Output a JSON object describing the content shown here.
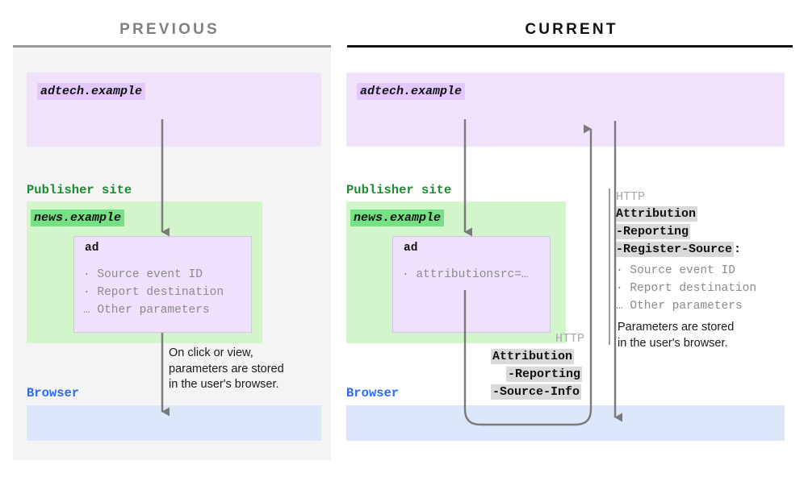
{
  "panels": {
    "previous": {
      "title": "PREVIOUS",
      "adtech_origin": "adtech.example",
      "publisher_label": "Publisher site",
      "publisher_origin": "news.example",
      "ad_title": "ad",
      "ad_params": "· Source event ID\n· Report destination\n… Other parameters",
      "note": "On click or view,\nparameters are stored\nin the user's browser.",
      "browser_label": "Browser"
    },
    "current": {
      "title": "CURRENT",
      "adtech_origin": "adtech.example",
      "publisher_label": "Publisher site",
      "publisher_origin": "news.example",
      "ad_title": "ad",
      "ad_params": "· attributionsrc=…",
      "browser_label": "Browser",
      "request_header": {
        "protocol": "HTTP",
        "line1": "Attribution",
        "line2": "-Reporting",
        "line3": "-Source-Info"
      },
      "response_header": {
        "protocol": "HTTP",
        "line1": "Attribution",
        "line2": "-Reporting",
        "line3": "-Register-Source",
        "colon": ":",
        "params": "· Source event ID\n· Report destination\n… Other parameters"
      },
      "note": "Parameters are stored\nin the user's browser."
    }
  },
  "colors": {
    "adtech_block": "#f0e2fb",
    "adtech_chip": "#e3c8fb",
    "publisher_block": "#d2f5cc",
    "publisher_chip": "#76e085",
    "publisher_text": "#1e8a33",
    "browser_block": "#dde7fa",
    "browser_text": "#2a6bf2",
    "arrow": "#7a7a7a",
    "header_highlight": "#d9d9d9",
    "panel_bg": "#f4f4f4"
  }
}
